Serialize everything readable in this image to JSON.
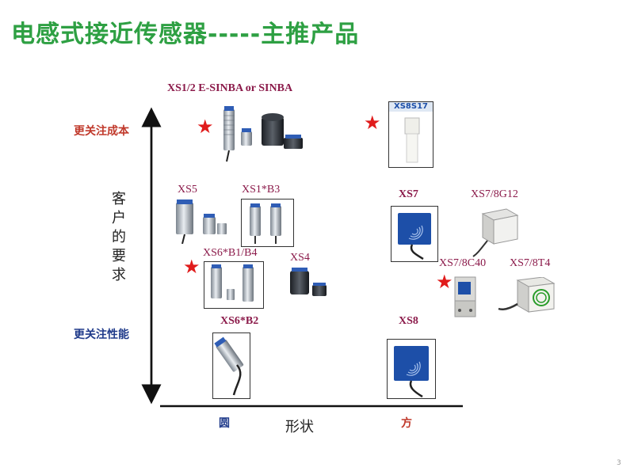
{
  "title": "电感式接近传感器-----主推产品",
  "y_axis": {
    "label_chars": [
      "客",
      "户",
      "的",
      "要",
      "求"
    ],
    "top_label": "更关注成本",
    "bottom_label": "更关注性能"
  },
  "x_axis": {
    "label": "形状",
    "left_label": "圆",
    "right_label": "方"
  },
  "products": {
    "xs1_2": "XS1/2 E-SINBA or SINBA",
    "xs8s17": "XS8S17",
    "xs5": "XS5",
    "xs1b3": "XS1*B3",
    "xs7": "XS7",
    "xs7_8g12": "XS7/8G12",
    "xs6b1b4": "XS6*B1/B4",
    "xs4": "XS4",
    "xs7_8c40": "XS7/8C40",
    "xs7_8t4": "XS7/8T4",
    "xs6b2": "XS6*B2",
    "xs8": "XS8"
  },
  "star_glyph": "★",
  "page_number": "3",
  "colors": {
    "title": "#2ea043",
    "maroon": "#8b1a4a",
    "navy": "#1f3a8a",
    "red_label": "#c0392b",
    "star": "#e01b1b",
    "sensor_blue": "#1d4fa8"
  }
}
